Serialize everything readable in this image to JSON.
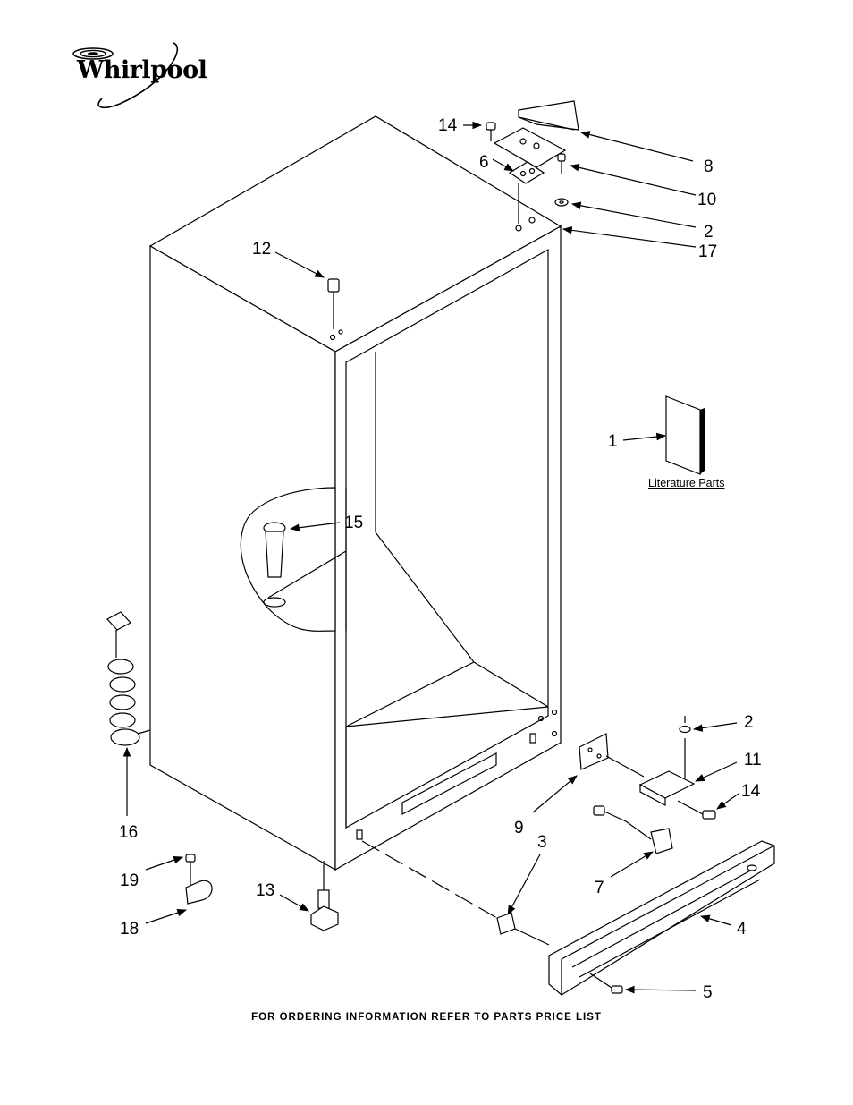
{
  "brand": {
    "name": "Whirlpool"
  },
  "callouts": [
    {
      "id": "c14a",
      "label": "14"
    },
    {
      "id": "c8",
      "label": "8"
    },
    {
      "id": "c6",
      "label": "6"
    },
    {
      "id": "c10",
      "label": "10"
    },
    {
      "id": "c2a",
      "label": "2"
    },
    {
      "id": "c17",
      "label": "17"
    },
    {
      "id": "c12",
      "label": "12"
    },
    {
      "id": "c1",
      "label": "1"
    },
    {
      "id": "c15",
      "label": "15"
    },
    {
      "id": "c16",
      "label": "16"
    },
    {
      "id": "c2b",
      "label": "2"
    },
    {
      "id": "c11",
      "label": "11"
    },
    {
      "id": "c14b",
      "label": "14"
    },
    {
      "id": "c9",
      "label": "9"
    },
    {
      "id": "c3",
      "label": "3"
    },
    {
      "id": "c7",
      "label": "7"
    },
    {
      "id": "c19",
      "label": "19"
    },
    {
      "id": "c13",
      "label": "13"
    },
    {
      "id": "c18",
      "label": "18"
    },
    {
      "id": "c4",
      "label": "4"
    },
    {
      "id": "c5",
      "label": "5"
    }
  ],
  "literature_label": "Literature Parts",
  "footer_text": "FOR ORDERING INFORMATION REFER TO PARTS PRICE LIST"
}
